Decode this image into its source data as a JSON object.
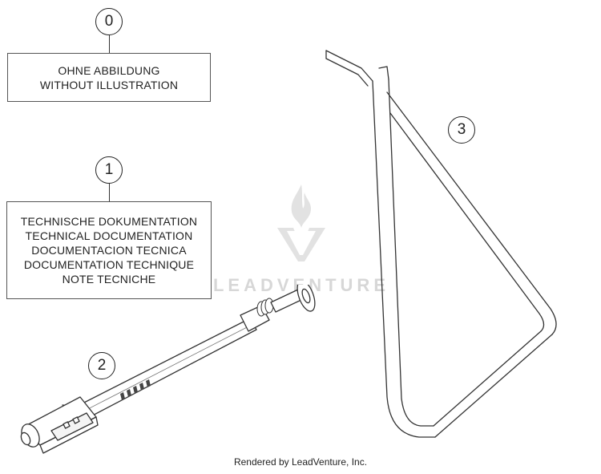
{
  "callouts": [
    {
      "number": "0"
    },
    {
      "number": "1"
    },
    {
      "number": "2"
    },
    {
      "number": "3"
    }
  ],
  "box_0": {
    "lines": [
      "OHNE ABBILDUNG",
      "WITHOUT ILLUSTRATION"
    ]
  },
  "box_1": {
    "lines": [
      "TECHNISCHE DOKUMENTATION",
      "TECHNICAL DOCUMENTATION",
      "DOCUMENTACION TECNICA",
      "DOCUMENTATION TECHNIQUE",
      "NOTE TECNICHE"
    ]
  },
  "watermark": {
    "text": "LEADVENTURE"
  },
  "footer": {
    "text": "Rendered by LeadVenture, Inc."
  },
  "colors": {
    "line": "#333333",
    "watermark": "#d7d7d7"
  }
}
